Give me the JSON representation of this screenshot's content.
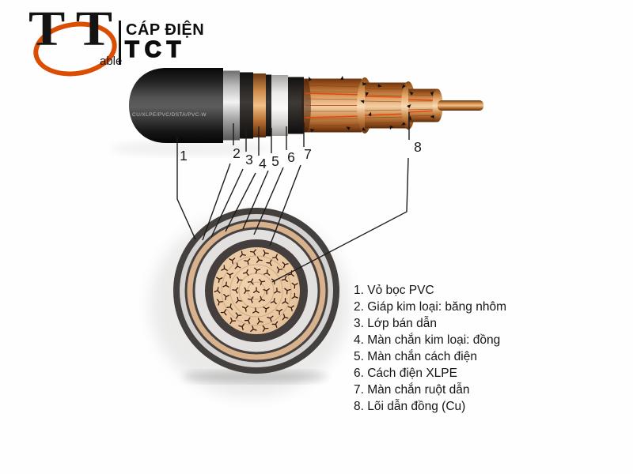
{
  "logo": {
    "monogram": "TT",
    "monogram_suffix": "able",
    "title_line1": "CÁP ĐIỆN",
    "title_line2": "TCT"
  },
  "cable": {
    "sheath_print": "CU/XLPE/PVC/DSTA/PVC-W"
  },
  "diagram": {
    "callout_numbers": [
      "1",
      "2",
      "3",
      "4",
      "5",
      "6",
      "7",
      "8"
    ]
  },
  "legend": {
    "items": [
      "1. Vỏ bọc PVC",
      "2. Giáp kim loại: băng nhôm",
      "3. Lớp bán dẫn",
      "4. Màn chắn kim loại: đồng",
      "5. Màn chắn cách điện",
      "6. Cách điện XLPE",
      "7. Màn chắn ruột dẫn",
      "8. Lõi dẫn đồng (Cu)"
    ]
  },
  "colors": {
    "accent_orange": "#DC4D04",
    "sheath_black": "#141414",
    "ring_dark": "#45403E",
    "ring_gray": "#D5D3D2",
    "ring_tan": "#D8B28D",
    "ring_pale": "#E3E1E0",
    "conductor_tan": "#EAC8A4",
    "copper": "#C98A52",
    "copper_light": "#F0C99E",
    "strand_red_line": "#E0490D"
  }
}
